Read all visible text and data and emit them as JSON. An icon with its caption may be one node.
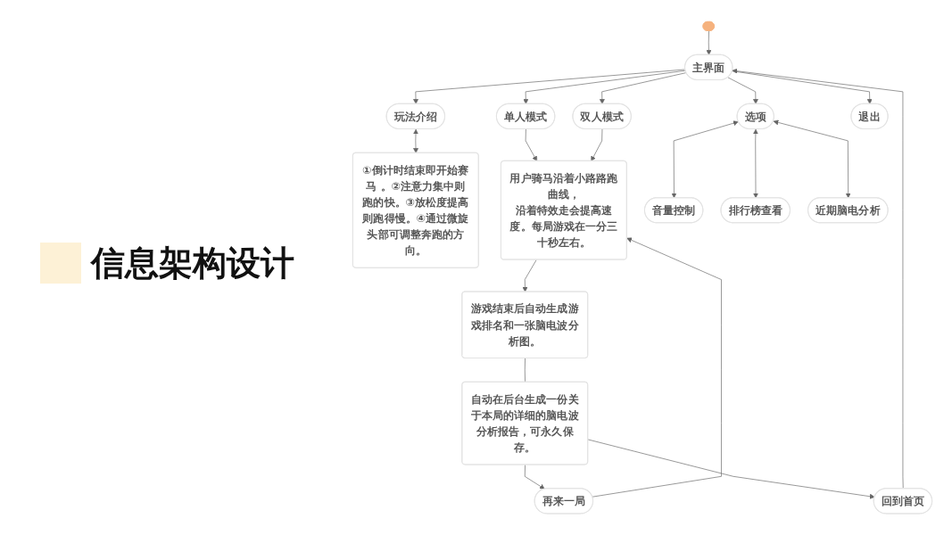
{
  "diagram": {
    "title": "信息架构设计",
    "nodes": [
      {
        "text": [],
        "shape": "box"
      },
      {
        "text": [
          "主界面"
        ]
      },
      {
        "text": [
          "玩法介绍"
        ]
      },
      {
        "text": [
          "单人模式"
        ]
      },
      {
        "text": [
          "双人模式"
        ]
      },
      {
        "text": [
          "选项"
        ]
      },
      {
        "text": [
          "退出"
        ]
      },
      {
        "text": [
          "①倒计时结束即开始赛马 。②注意力集中则跑的快。③放松度提高则跑得慢。④通过微旋头部可调整奔跑的方向。"
        ]
      },
      {
        "text": [
          "用户骑马沿着小路路跑曲线，",
          "沿着特效走会提高速度。每局游戏在一分三十秒左右。"
        ]
      },
      {
        "text": [
          "游戏结束后自动生成游戏排名和一张脑电波分析图。"
        ]
      },
      {
        "text": [
          "自动在后台生成一份关于本局的详细的脑电波分析报告，可永久保存。"
        ]
      },
      {
        "text": [
          "再来一局"
        ]
      },
      {
        "text": [
          "回到首页"
        ]
      },
      {
        "text": [
          "音量控制"
        ]
      },
      {
        "text": [
          "排行榜查看"
        ]
      },
      {
        "text": [
          "近期脑电分析"
        ]
      }
    ],
    "edges": [
      {
        "from": 0,
        "to": 1,
        "arrow": "to"
      },
      {
        "from": 1,
        "to": 2,
        "arrow": "to"
      },
      {
        "from": 1,
        "to": 3,
        "arrow": "to"
      },
      {
        "from": 1,
        "to": 4,
        "arrow": "to"
      },
      {
        "from": 1,
        "to": 5,
        "arrow": "to"
      },
      {
        "from": 1,
        "to": 6,
        "arrow": "to"
      },
      {
        "from": 2,
        "to": 7,
        "arrow": "both"
      },
      {
        "from": 3,
        "to": 8,
        "arrow": "to"
      },
      {
        "from": 4,
        "to": 8,
        "arrow": "to"
      },
      {
        "from": 5,
        "to": 13,
        "arrow": "both"
      },
      {
        "from": 5,
        "to": 14,
        "arrow": "both"
      },
      {
        "from": 5,
        "to": 15,
        "arrow": "both"
      },
      {
        "from": 8,
        "to": 9,
        "arrow": "to"
      },
      {
        "from": 9,
        "to": 10,
        "arrow": "none"
      },
      {
        "from": 10,
        "to": 11,
        "arrow": "to"
      },
      {
        "from": 10,
        "to": 12,
        "arrow": "to"
      },
      {
        "from": 11,
        "to": 8,
        "arrow": "to"
      },
      {
        "from": 12,
        "to": 1,
        "arrow": "to"
      }
    ]
  }
}
